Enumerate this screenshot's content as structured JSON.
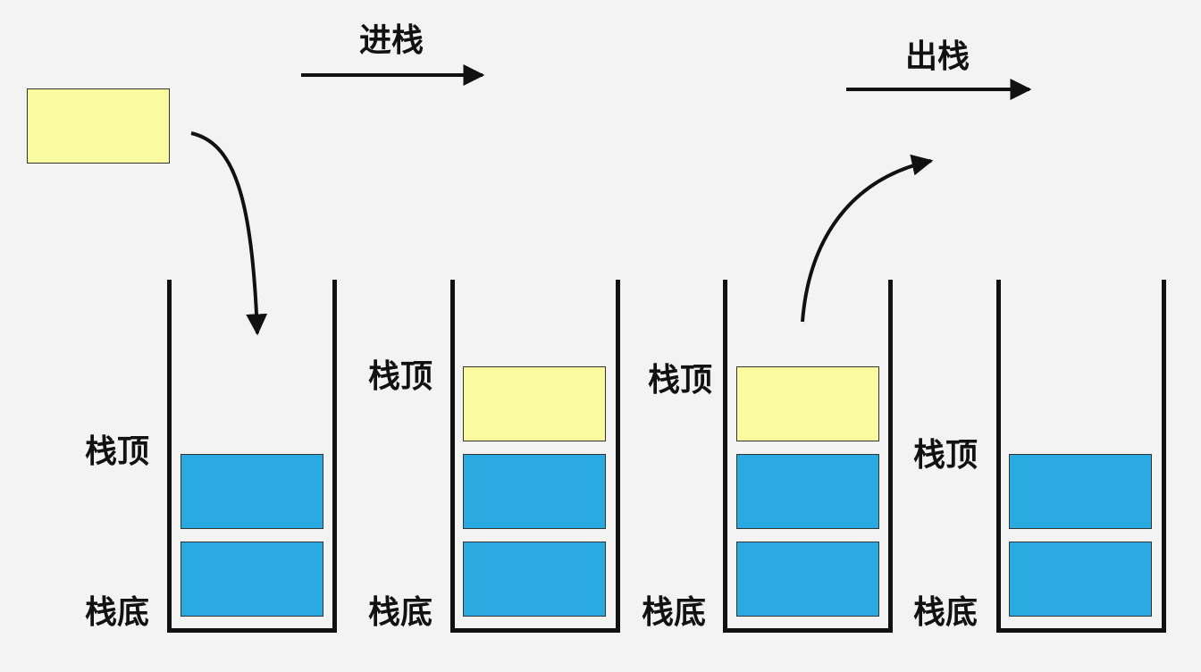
{
  "operations": {
    "push_label": "进栈",
    "pop_label": "出栈"
  },
  "stacks": [
    {
      "top_label": "栈顶",
      "bottom_label": "栈底"
    },
    {
      "top_label": "栈顶",
      "bottom_label": "栈底"
    },
    {
      "top_label": "栈顶",
      "bottom_label": "栈底"
    },
    {
      "top_label": "栈顶",
      "bottom_label": "栈底"
    }
  ],
  "colors": {
    "element_existing": "#29abe2",
    "element_new": "#fafa9e",
    "background": "#f3f3f3",
    "stroke": "#111111"
  }
}
